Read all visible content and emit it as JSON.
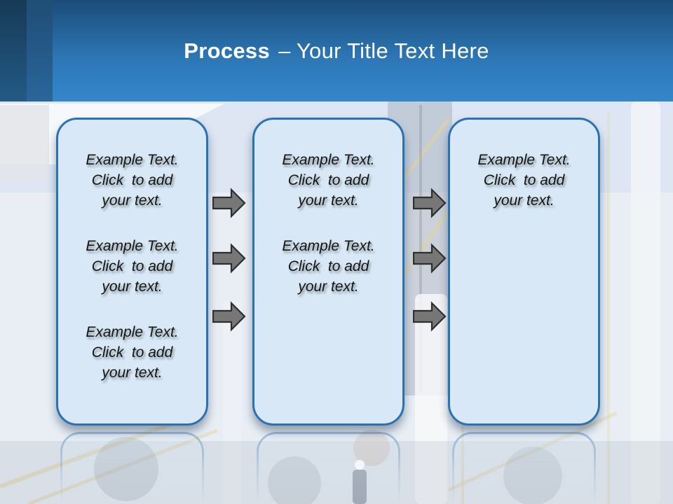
{
  "title": {
    "bold": "Process",
    "rest": "– Your Title Text Here"
  },
  "boxes": [
    {
      "paragraphs": [
        [
          "Example Text.",
          "Click  to add",
          "your text."
        ],
        [
          "Example Text.",
          "Click  to add",
          "your text."
        ],
        [
          "Example Text.",
          "Click  to add",
          "your text."
        ]
      ]
    },
    {
      "paragraphs": [
        [
          "Example Text.",
          "Click  to add",
          "your text."
        ],
        [
          "Example Text.",
          "Click  to add",
          "your text."
        ]
      ]
    },
    {
      "paragraphs": [
        [
          "Example Text.",
          "Click  to add",
          "your text."
        ]
      ]
    }
  ],
  "arrows": {
    "direction": "right",
    "between_box1_and_box2": 3,
    "between_box2_and_box3": 3
  },
  "colors": {
    "header_gradient_top": "#1b4c78",
    "header_gradient_bottom": "#3486cb",
    "left_stripe_dark": "#1c4466",
    "left_stripe_medium": "#27618f",
    "box_fill": "#d8e8f6",
    "box_border": "#2b72b4",
    "arrow_fill": "#777777",
    "arrow_outline": "#2e2e2e",
    "title_text": "#ffffff",
    "body_text": "#141414"
  }
}
